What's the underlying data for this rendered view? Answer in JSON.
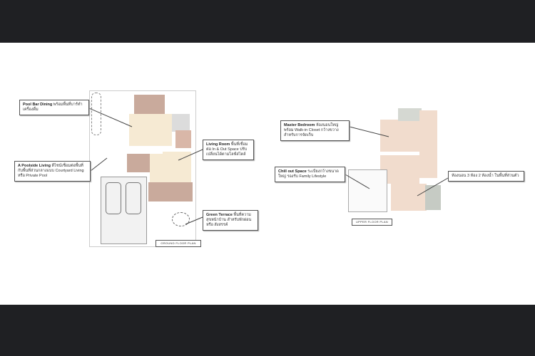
{
  "ground_floor": {
    "title": "GROUND FLOOR PLAN",
    "callouts": [
      {
        "bold": "Pool Bar Dining",
        "text": "พร้อมพื้นที่บาร์ทำเครื่องดื่ม"
      },
      {
        "bold": "A Poolside Living",
        "text": "ดีไซน์เชื่อมต่อพื้นที่กับพื้นที่ส่วนกลางแบบ Courtyard Living หรือ Private Pool"
      },
      {
        "bold": "Living Room",
        "text": "พื้นที่เชื่อมต่อ In & Out Space ปรับเปลี่ยนได้ตามไลฟ์สไตล์"
      },
      {
        "bold": "Green Terrace",
        "text": "พื้นที่ความสุขหน้าบ้าน สำหรับพักผ่อน หรือ สังสรรค์"
      }
    ]
  },
  "upper_floor": {
    "title": "UPPER FLOOR PLAN",
    "callouts": [
      {
        "bold": "Master Bedroom",
        "text": "ห้องนอนใหญ่พร้อม Walk-in Closet กว้างขวางสำหรับการจัดเก็บ"
      },
      {
        "bold": "Chill out Space",
        "text": "ระเบียงกว้างขนาดใหญ่ รองรับ Family Lifestyle"
      },
      {
        "bold": "",
        "text": "ห้องนอน 3 ห้อง 2 ห้องน้ำ ในพื้นที่ส่วนตัว"
      }
    ]
  }
}
